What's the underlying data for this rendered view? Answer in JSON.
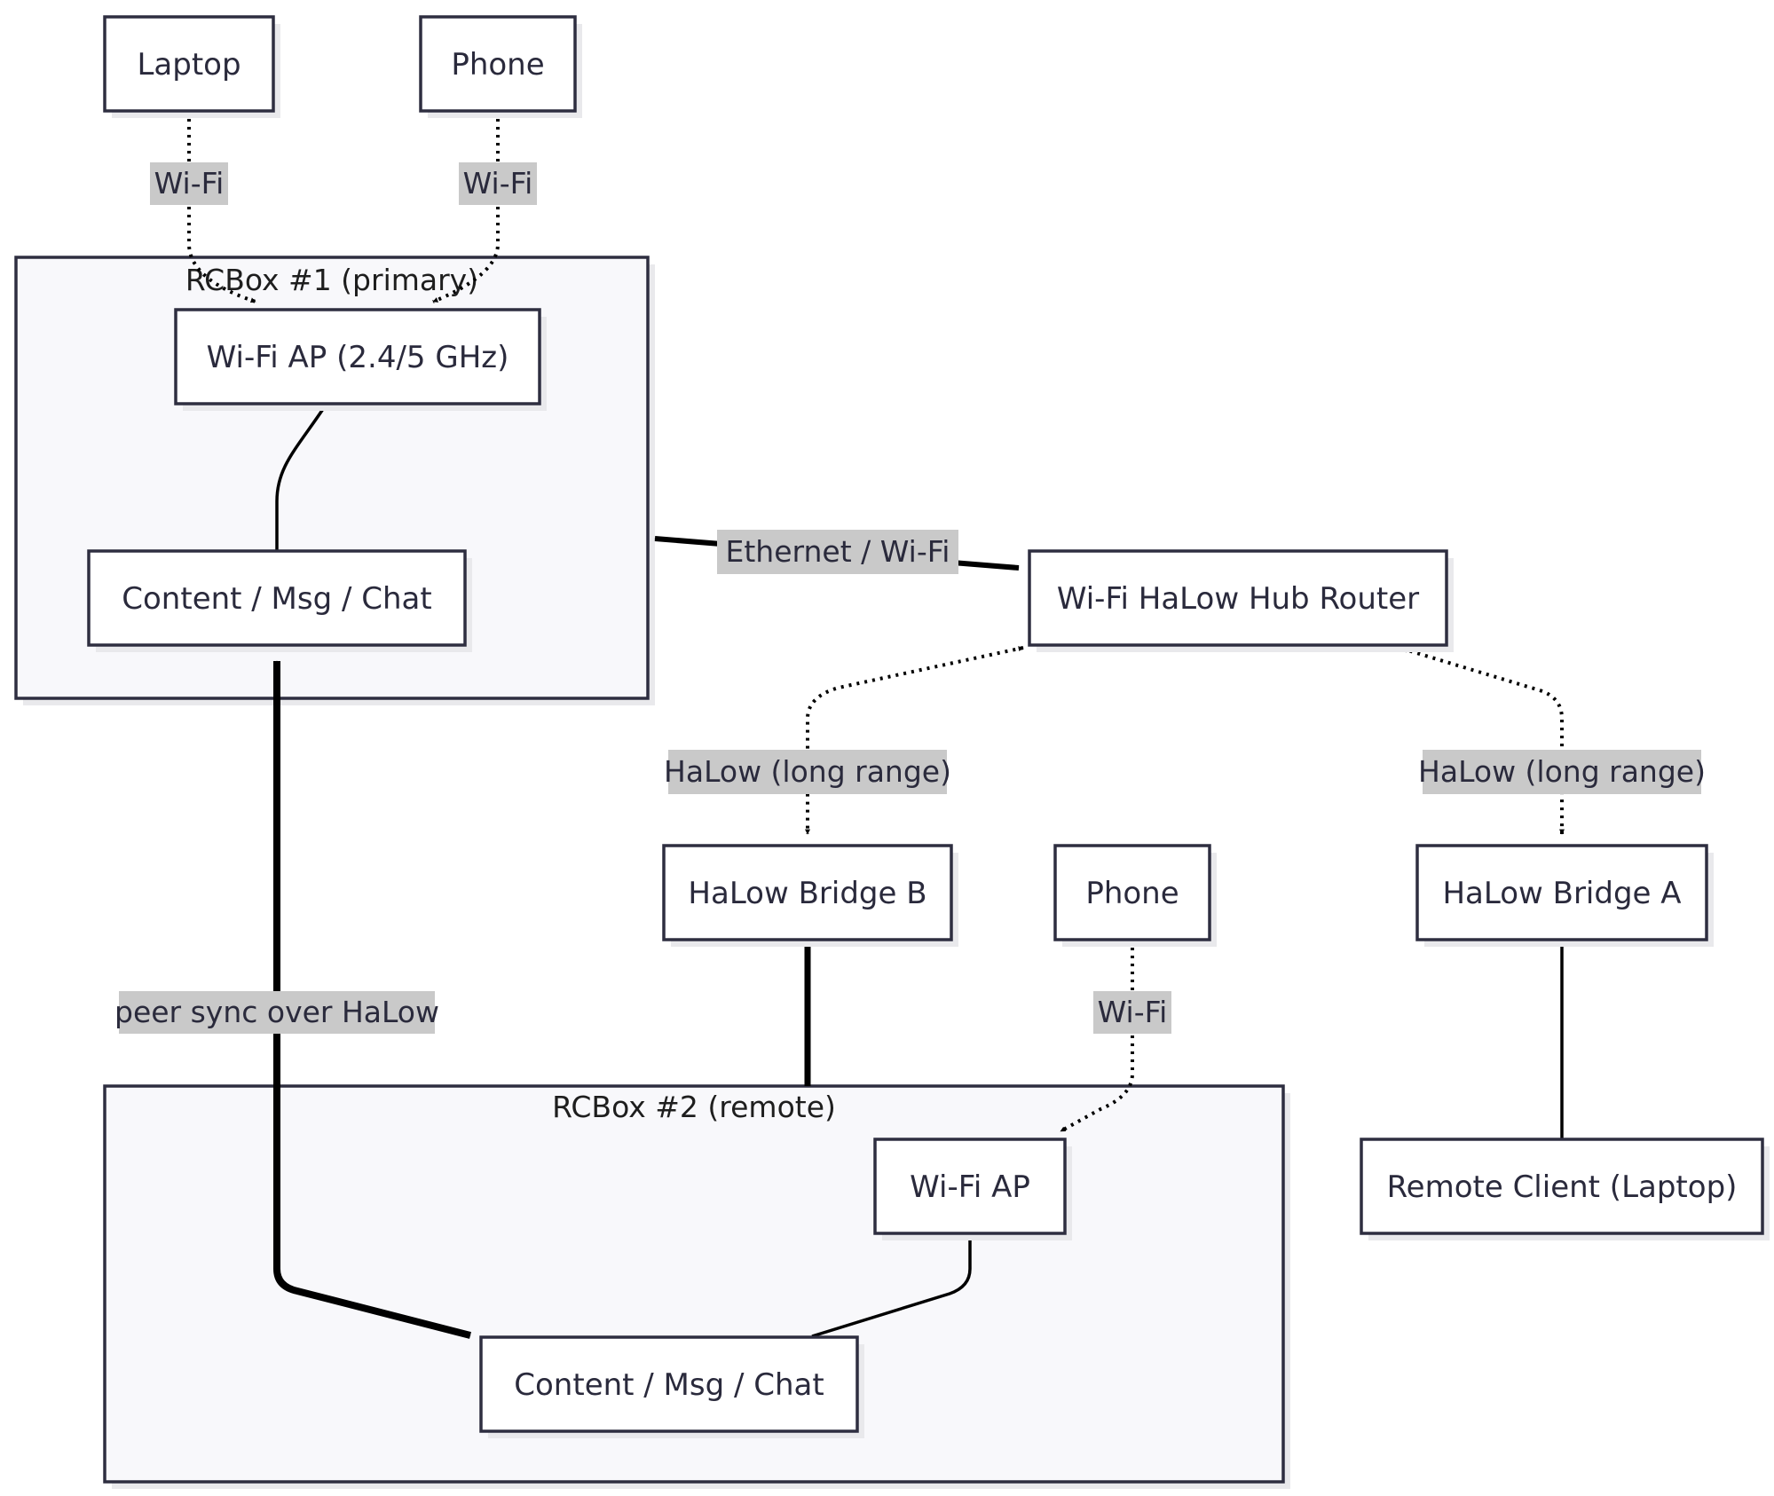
{
  "clusters": {
    "primary": "RCBox #1 (primary)",
    "remote": "RCBox #2 (remote)"
  },
  "nodes": {
    "laptop": "Laptop",
    "phone_top": "Phone",
    "wifi_ap_primary": "Wi-Fi AP (2.4/5 GHz)",
    "content_primary": "Content / Msg / Chat",
    "hub_router": "Wi-Fi HaLow Hub Router",
    "halow_bridge_b": "HaLow Bridge B",
    "phone_remote": "Phone",
    "halow_bridge_a": "HaLow Bridge A",
    "wifi_ap_remote": "Wi-Fi AP",
    "content_remote": "Content / Msg / Chat",
    "remote_client": "Remote Client (Laptop)"
  },
  "edge_labels": {
    "laptop_wifi": "Wi-Fi",
    "phone_wifi": "Wi-Fi",
    "ethernet_wifi": "Ethernet / Wi-Fi",
    "halow_b": "HaLow (long range)",
    "halow_a": "HaLow (long range)",
    "peer_sync": "peer sync over HaLow",
    "phone_remote_wifi": "Wi-Fi"
  },
  "colors": {
    "node_border": "#2e2e40",
    "cluster_fill": "#f8f8fb",
    "label_bg": "#c9c9c9",
    "edge": "#000000"
  }
}
